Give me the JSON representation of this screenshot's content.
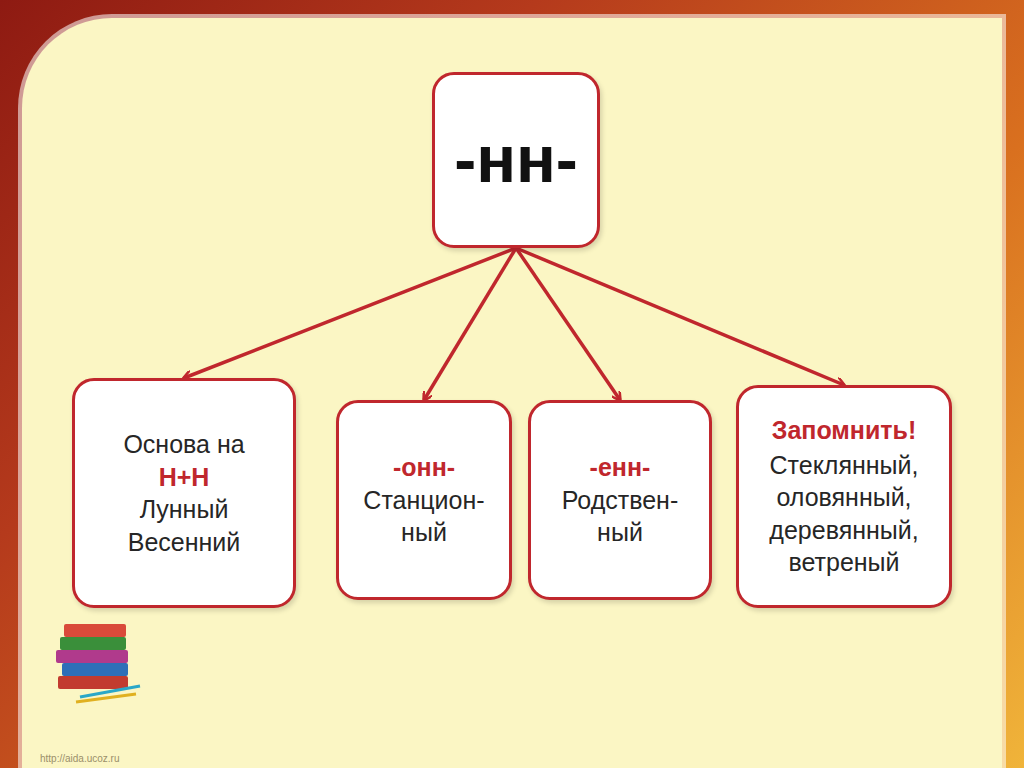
{
  "diagram": {
    "nodes": [
      {
        "text": [
          "-нн-"
        ]
      },
      {
        "text": [
          "Основа на",
          "Н+Н",
          "Лунный Весенний"
        ]
      },
      {
        "text": [
          "-онн-",
          "Станцион- ный"
        ]
      },
      {
        "text": [
          "-енн-",
          "Родствен- ный"
        ]
      },
      {
        "text": [
          "Запомнить!",
          "Стеклянный, оловянный, деревянный, ветреный"
        ]
      }
    ],
    "edges": [
      {
        "from": 0,
        "to": 1,
        "arrow": "to"
      },
      {
        "from": 0,
        "to": 2,
        "arrow": "to"
      },
      {
        "from": 0,
        "to": 3,
        "arrow": "to"
      },
      {
        "from": 0,
        "to": 4,
        "arrow": "to"
      }
    ],
    "labels": [
      "http://aida.ucoz.ru"
    ]
  }
}
